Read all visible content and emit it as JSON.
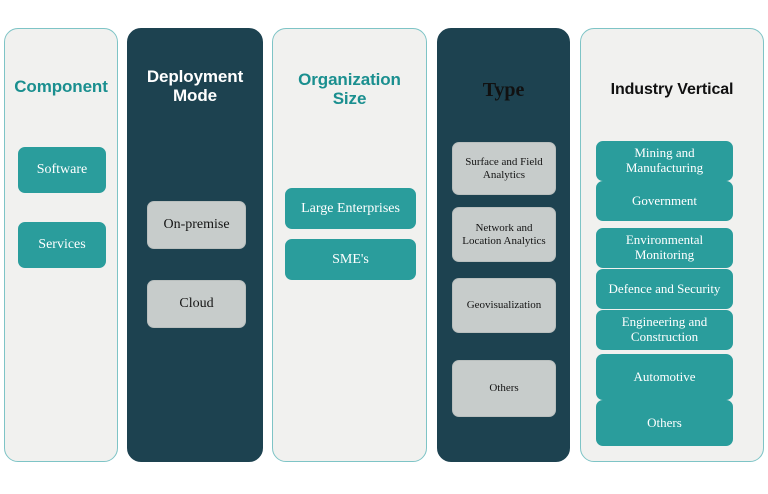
{
  "figure": {
    "type": "market-segmentation-diagram",
    "background_color": "#ffffff",
    "palette": {
      "teal": "#2a9d9c",
      "teal_text": "#1a8f8f",
      "dark_navy": "#1d4250",
      "light_panel": "#f1f1ef",
      "grey_chip": "#c7cccb",
      "panel_border": "#7ec4c6",
      "white": "#ffffff",
      "black": "#111111"
    }
  },
  "columns": [
    {
      "id": "component",
      "title": "Component",
      "panel_style": "light",
      "title_color": "teal",
      "title_font": "sans-bold",
      "items": [
        {
          "label": "Software",
          "chip_style": "teal"
        },
        {
          "label": "Services",
          "chip_style": "teal"
        }
      ]
    },
    {
      "id": "deployment-mode",
      "title": "Deployment Mode",
      "title_line_1": "Deployment",
      "title_line_2": "Mode",
      "panel_style": "dark",
      "title_color": "white",
      "title_font": "sans-bold",
      "items": [
        {
          "label": "On-premise",
          "chip_style": "grey"
        },
        {
          "label": "Cloud",
          "chip_style": "grey"
        }
      ]
    },
    {
      "id": "organization-size",
      "title": "Organization Size",
      "title_line_1": "Organization",
      "title_line_2": "Size",
      "panel_style": "light",
      "title_color": "teal",
      "title_font": "sans-bold",
      "items": [
        {
          "label": "Large Enterprises",
          "chip_style": "teal"
        },
        {
          "label": "SME's",
          "chip_style": "teal"
        }
      ]
    },
    {
      "id": "type",
      "title": "Type",
      "panel_style": "dark",
      "title_color": "black",
      "title_font": "serif-bold",
      "items": [
        {
          "label": "Surface and Field Analytics",
          "chip_style": "grey"
        },
        {
          "label": "Network and Location Analytics",
          "chip_style": "grey"
        },
        {
          "label": "Geovisualization",
          "chip_style": "grey"
        },
        {
          "label": "Others",
          "chip_style": "grey"
        }
      ]
    },
    {
      "id": "industry-vertical",
      "title": "Industry Vertical",
      "panel_style": "light",
      "title_color": "black",
      "title_font": "sans-bold",
      "items": [
        {
          "label": "Mining and Manufacturing",
          "chip_style": "teal"
        },
        {
          "label": "Government",
          "chip_style": "teal"
        },
        {
          "label": "Environmental Monitoring",
          "chip_style": "teal"
        },
        {
          "label": "Defence and Security",
          "chip_style": "teal"
        },
        {
          "label": "Engineering and Construction",
          "chip_style": "teal"
        },
        {
          "label": "Automotive",
          "chip_style": "teal"
        },
        {
          "label": "Others",
          "chip_style": "teal"
        }
      ]
    }
  ]
}
